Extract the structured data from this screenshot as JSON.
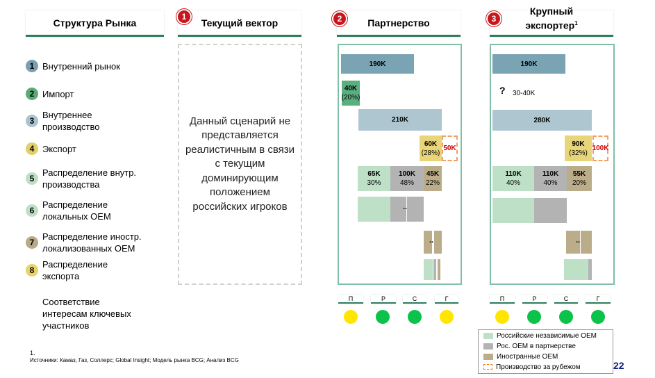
{
  "headers": {
    "structure": "Структура Рынка",
    "vector": "Текущий вектор",
    "partnership": "Партнерство",
    "exporter_line1": "Крупный",
    "exporter_line2": "экспортер",
    "exporter_sup": "1",
    "badges": [
      "1",
      "2",
      "3"
    ]
  },
  "rows": [
    {
      "num": "1",
      "label": "Внутренний рынок",
      "color": "#7a9fb0"
    },
    {
      "num": "2",
      "label": "Импорт",
      "color": "#5aaa7a"
    },
    {
      "num": "3",
      "label": "Внутреннее производство",
      "color": "#a9c4cf"
    },
    {
      "num": "4",
      "label": "Экспорт",
      "color": "#e3cf6a"
    },
    {
      "num": "5",
      "label": "Распределение внутр. производства",
      "color": "#bde0c5"
    },
    {
      "num": "6",
      "label": "Распределение локальных OEM",
      "color": "#bde0c5"
    },
    {
      "num": "7",
      "label": "Распределение иностр. локализованных OEM",
      "color": "#b8a98a"
    },
    {
      "num": "8",
      "label": "Распределение экспорта",
      "color": "#e8d36b"
    }
  ],
  "criteria_label": "Соответствие интересам ключевых участников",
  "vector_text": "Данный сценарий не представляется реалистичным в связи с текущим доминирующим положением российских игроков",
  "partnership": {
    "market": "190K",
    "import": "40K",
    "import_pct": "(20%)",
    "production": "210K",
    "export": "60K",
    "export_pct": "(28%)",
    "abroad": "50K",
    "dist": [
      {
        "v": "65K",
        "p": "30%"
      },
      {
        "v": "100K",
        "p": "48%"
      },
      {
        "v": "45K",
        "p": "22%"
      }
    ],
    "dots": "..",
    "criteria": [
      {
        "l": "П",
        "c": "#ffe600"
      },
      {
        "l": "Р",
        "c": "#0bc24a"
      },
      {
        "l": "С",
        "c": "#0bc24a"
      },
      {
        "l": "Г",
        "c": "#ffe600"
      }
    ]
  },
  "exporter": {
    "market": "190K",
    "import_q": "?",
    "import": "30-40K",
    "production": "280K",
    "export": "90K",
    "export_pct": "(32%)",
    "abroad": "100K",
    "dist": [
      {
        "v": "110K",
        "p": "40%"
      },
      {
        "v": "110K",
        "p": "40%"
      },
      {
        "v": "55K",
        "p": "20%"
      }
    ],
    "dots": "..",
    "criteria": [
      {
        "l": "П",
        "c": "#ffe600"
      },
      {
        "l": "Р",
        "c": "#0bc24a"
      },
      {
        "l": "С",
        "c": "#0bc24a"
      },
      {
        "l": "Г",
        "c": "#0bc24a"
      }
    ]
  },
  "legend": [
    {
      "label": "Российские независимые OEM",
      "color": "#bde0c6"
    },
    {
      "label": "Рос. OEM в партнерстве",
      "color": "#b3b3b3"
    },
    {
      "label": "Иностранные OEM",
      "color": "#bcad8a"
    },
    {
      "label": "Производство за рубежом",
      "color": "#f0a060"
    }
  ],
  "footnote": "1.",
  "sources": "Источники: Камаз, Газ, Соллерс; Global Insight; Модель рынка BCG; Анализ BCG",
  "page_number": "22"
}
